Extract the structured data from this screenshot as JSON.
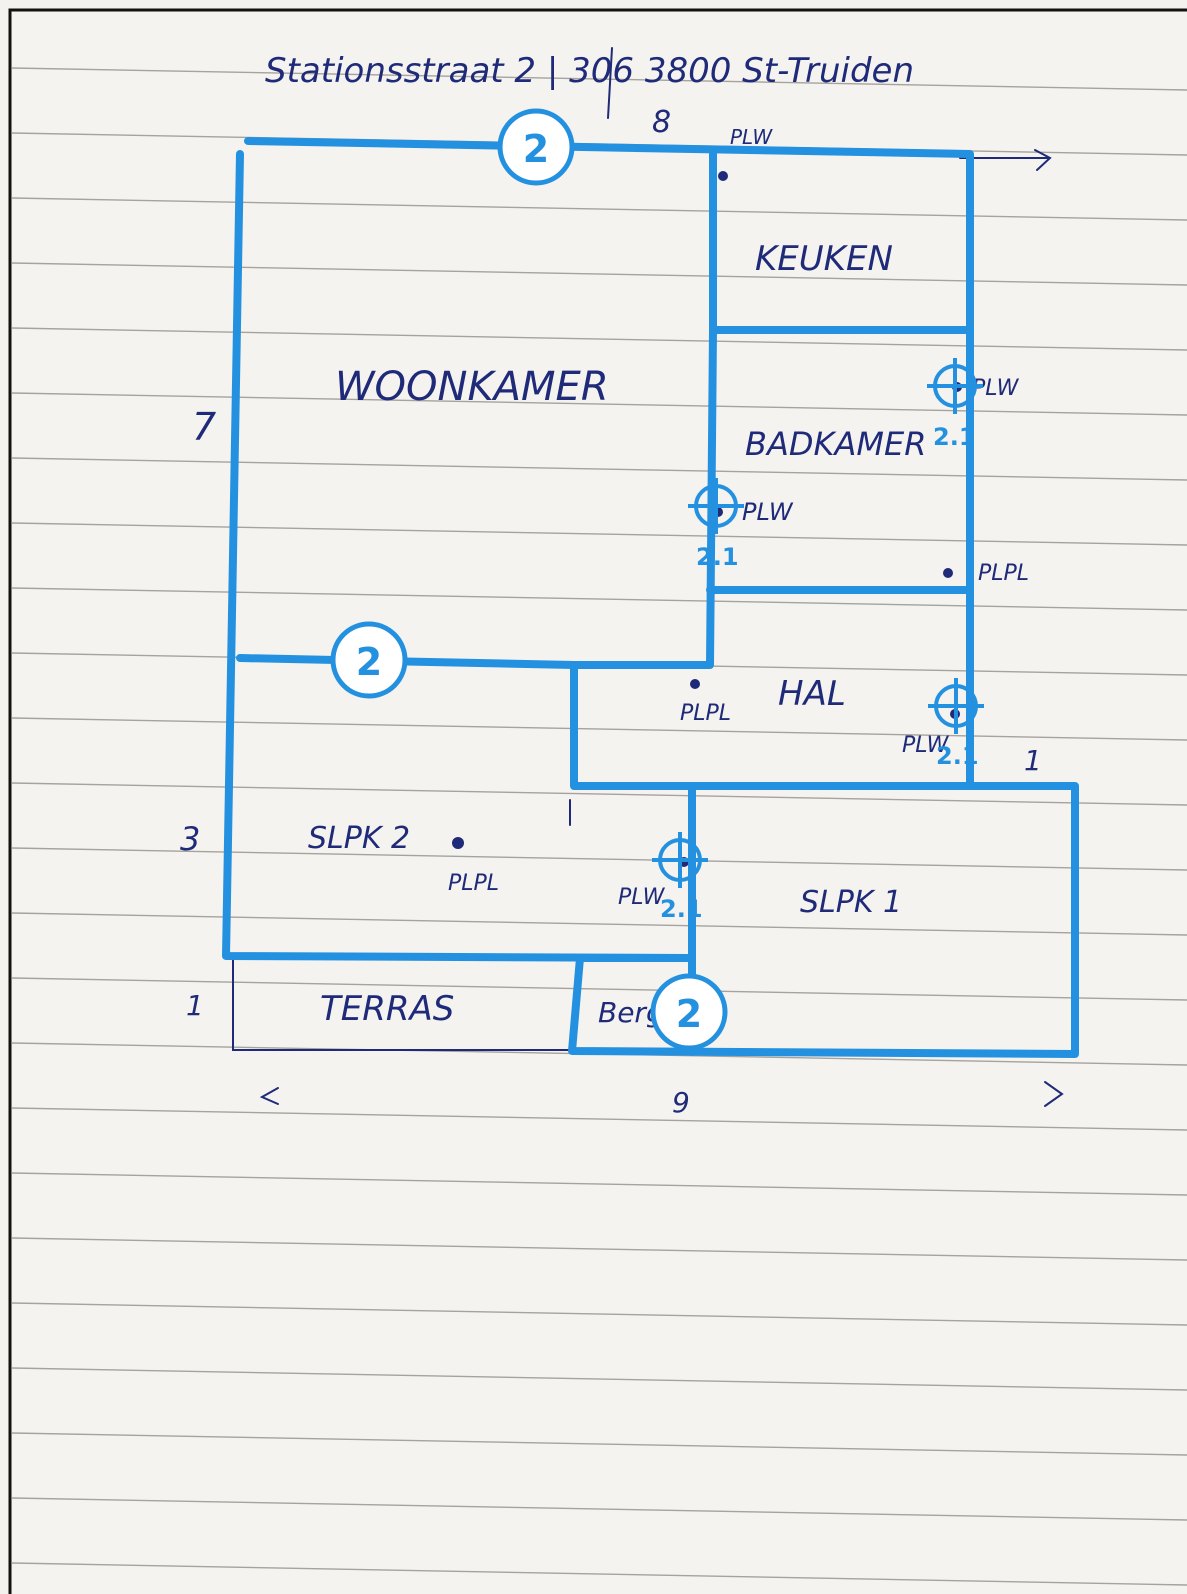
{
  "header": {
    "address": "Stationsstraat 2 | 306   3800 St-Truiden"
  },
  "dimensions": {
    "top": "8",
    "left_upper": "7",
    "left_middle": "3",
    "left_lower": "1",
    "bottom": "9",
    "right_small": "1"
  },
  "rooms": {
    "woonkamer": "WOONKAMER",
    "keuken": "KEUKEN",
    "badkamer": "BADKAMER",
    "hal": "HAL",
    "slpk2": "SLPK 2",
    "slpk1": "SLPK 1",
    "terras": "TERRAS",
    "berging": "Berg"
  },
  "fixture_labels": {
    "plw": "PLW",
    "plpl": "PLPL"
  },
  "badges": {
    "top": "2",
    "middle": "2",
    "bottom": "2"
  },
  "targets": {
    "badkamer_right": "2.1",
    "badkamer_left": "2.1",
    "hal_right": "2.1",
    "slpk_divider": "2.1"
  },
  "colors": {
    "accent": "#2491e0",
    "ink": "#1f2a78",
    "paper": "#f4f3f0",
    "rule": "#8c8780"
  }
}
